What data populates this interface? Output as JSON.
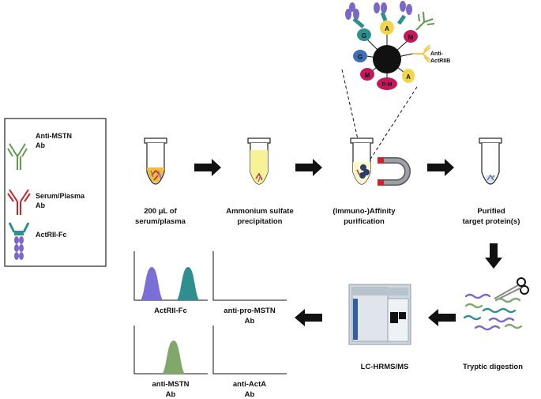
{
  "legend": {
    "items": [
      {
        "label_line1": "Anti-MSTN",
        "label_line2": "Ab",
        "color": "#5f9a4e",
        "icon": "antibody-icon"
      },
      {
        "label_line1": "Serum/Plasma",
        "label_line2": "Ab",
        "color": "#c8252b",
        "icon": "antibody-icon"
      },
      {
        "label_line1": "ActRII-Fc",
        "label_line2": "",
        "color": "#7c67c9",
        "icon": "fc-fusion-icon"
      }
    ]
  },
  "bead": {
    "labels": [
      "G",
      "A",
      "M",
      "G",
      "M",
      "P-M",
      "A"
    ],
    "anti_label_line1": "Anti-",
    "anti_label_line2": "ActRIIB"
  },
  "steps": [
    {
      "line1": "200 μL of",
      "line2": "serum/plasma"
    },
    {
      "line1": "Ammonium sulfate",
      "line2": "precipitation"
    },
    {
      "line1": "(Immuno-)Affinity",
      "line2": "purification"
    },
    {
      "line1": "Purified",
      "line2": "target protein(s)"
    },
    {
      "line1": "Tryptic digestion",
      "line2": ""
    },
    {
      "line1": "LC-HRMS/MS",
      "line2": ""
    }
  ],
  "chromatograms": [
    {
      "line1": "ActRII-Fc",
      "line2": "",
      "peaks": [
        {
          "position": 0.23,
          "color": "#7a6fd6"
        },
        {
          "position": 0.73,
          "color": "#2f8f8f"
        }
      ]
    },
    {
      "line1": "anti-pro-MSTN",
      "line2": "Ab",
      "peaks": []
    },
    {
      "line1": "anti-MSTN",
      "line2": "Ab",
      "peaks": [
        {
          "position": 0.53,
          "color": "#7fa86a"
        }
      ]
    },
    {
      "line1": "anti-ActA",
      "line2": "Ab",
      "peaks": []
    }
  ],
  "colors": {
    "green": "#5f9a4e",
    "red": "#c8252b",
    "purple": "#7c67c9",
    "teal": "#2f8f8f",
    "yellow": "#f2d54a",
    "magenta": "#c2185b",
    "blue": "#3f6fb5"
  }
}
